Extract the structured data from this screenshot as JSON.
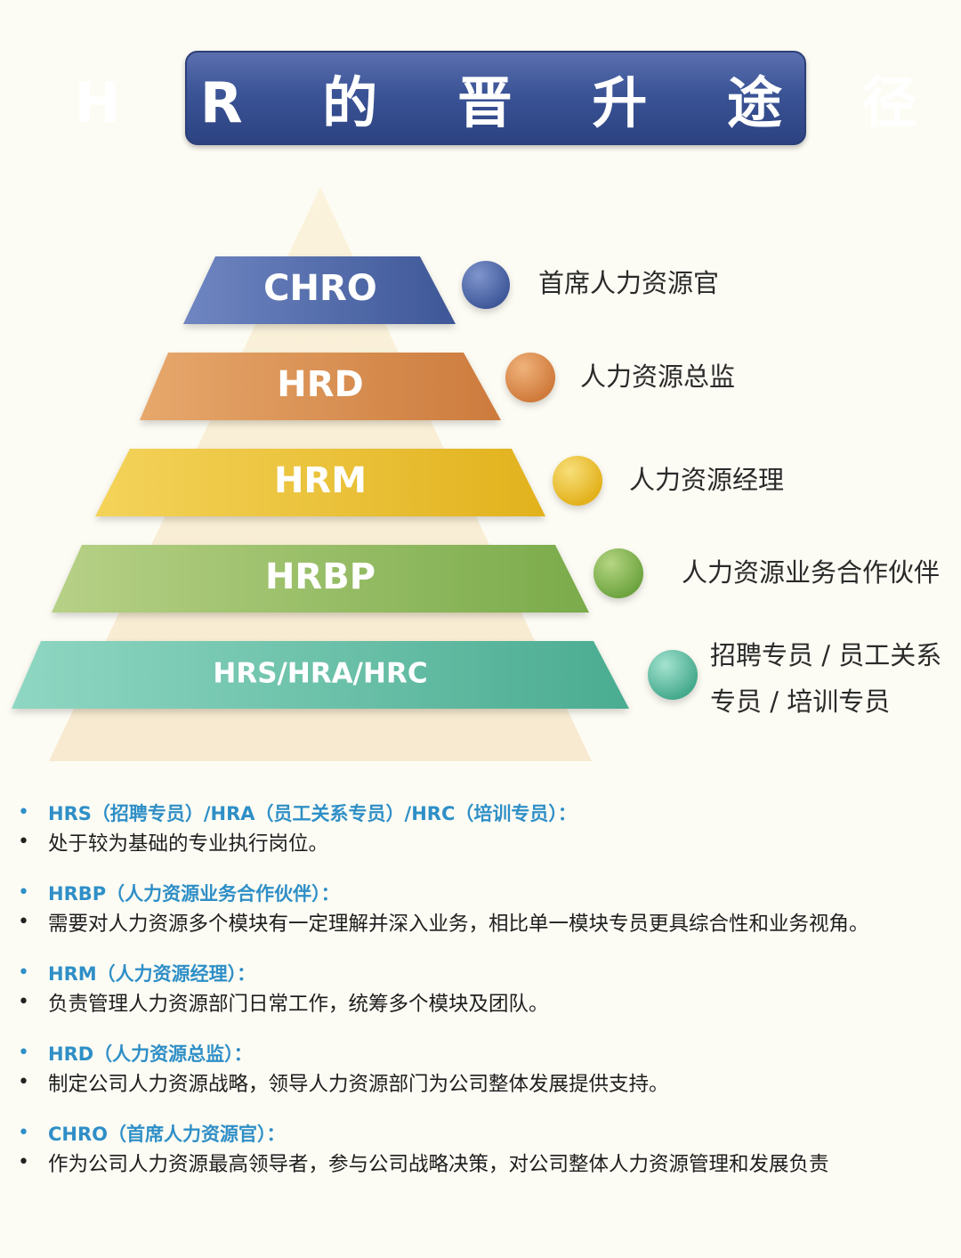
{
  "title": "H R 的 晋 升 途 径",
  "levels": [
    {
      "label": "CHRO",
      "desc": "首席人力资源官",
      "color": "#4d66a8",
      "dot": "#4a63a4"
    },
    {
      "label": "HRD",
      "desc": "人力资源总监",
      "color": "#d98c4e",
      "dot": "#d98648"
    },
    {
      "label": "HRM",
      "desc": "人力资源经理",
      "color": "#e8bd2c",
      "dot": "#e9bd2e"
    },
    {
      "label": "HRBP",
      "desc": "人力资源业务合作伙伴",
      "color": "#8fba5a",
      "dot": "#86b457"
    },
    {
      "label": "HRS/HRA/HRC",
      "desc_line1": "招聘专员 / 员工关系",
      "desc_line2": "专员 / 培训专员",
      "color": "#5cbba0",
      "dot": "#5ec0a6"
    }
  ],
  "notes": [
    {
      "title": "HRS（招聘专员）/HRA（员工关系专员）/HRC（培训专员）：",
      "body": "处于较为基础的专业执行岗位。"
    },
    {
      "title": "HRBP（人力资源业务合作伙伴）：",
      "body": "需要对人力资源多个模块有一定理解并深入业务，相比单一模块专员更具综合性和业务视角。"
    },
    {
      "title": "HRM（人力资源经理）：",
      "body": "负责管理人力资源部门日常工作，统筹多个模块及团队。"
    },
    {
      "title": "HRD（人力资源总监）：",
      "body": "制定公司人力资源战略，领导人力资源部门为公司整体发展提供支持。"
    },
    {
      "title": "CHRO（首席人力资源官）：",
      "body": "作为公司人力资源最高领导者，参与公司战略决策，对公司整体人力资源管理和发展负责"
    }
  ],
  "bullet": "•"
}
